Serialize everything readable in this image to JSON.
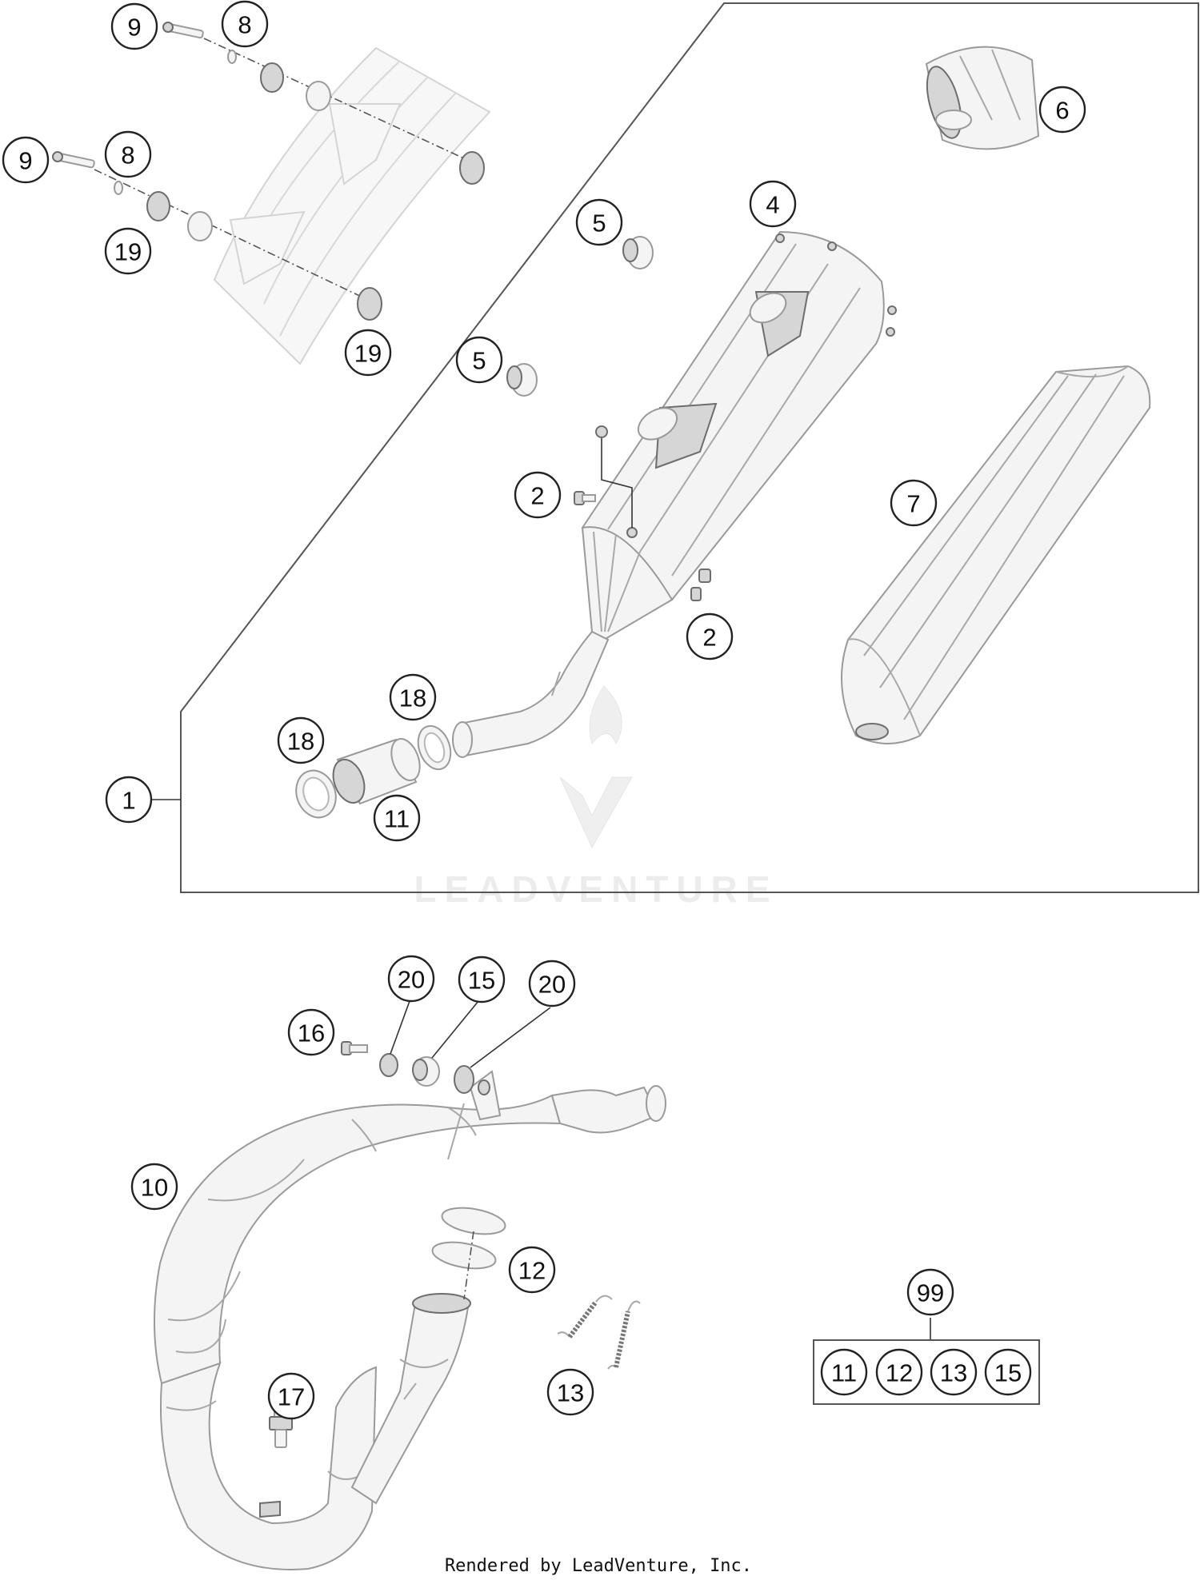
{
  "callouts": [
    {
      "label": "9",
      "ref": "9"
    },
    {
      "label": "8",
      "ref": "8"
    },
    {
      "label": "9",
      "ref": "9"
    },
    {
      "label": "8",
      "ref": "8"
    },
    {
      "label": "19",
      "ref": "19"
    },
    {
      "label": "19",
      "ref": "19"
    },
    {
      "label": "6",
      "ref": "6"
    },
    {
      "label": "4",
      "ref": "4"
    },
    {
      "label": "5",
      "ref": "5"
    },
    {
      "label": "5",
      "ref": "5"
    },
    {
      "label": "2",
      "ref": "2"
    },
    {
      "label": "2",
      "ref": "2"
    },
    {
      "label": "7",
      "ref": "7"
    },
    {
      "label": "18",
      "ref": "18"
    },
    {
      "label": "18",
      "ref": "18"
    },
    {
      "label": "11",
      "ref": "11"
    },
    {
      "label": "1",
      "ref": "1"
    },
    {
      "label": "20",
      "ref": "20"
    },
    {
      "label": "15",
      "ref": "15"
    },
    {
      "label": "20",
      "ref": "20"
    },
    {
      "label": "16",
      "ref": "16"
    },
    {
      "label": "10",
      "ref": "10"
    },
    {
      "label": "12",
      "ref": "12"
    },
    {
      "label": "13",
      "ref": "13"
    },
    {
      "label": "17",
      "ref": "17"
    },
    {
      "label": "99",
      "ref": "99"
    }
  ],
  "kit": {
    "label": "99",
    "contents": [
      "11",
      "12",
      "13",
      "15"
    ]
  },
  "watermark": "LEADVENTURE",
  "footer": "Rendered by LeadVenture, Inc."
}
